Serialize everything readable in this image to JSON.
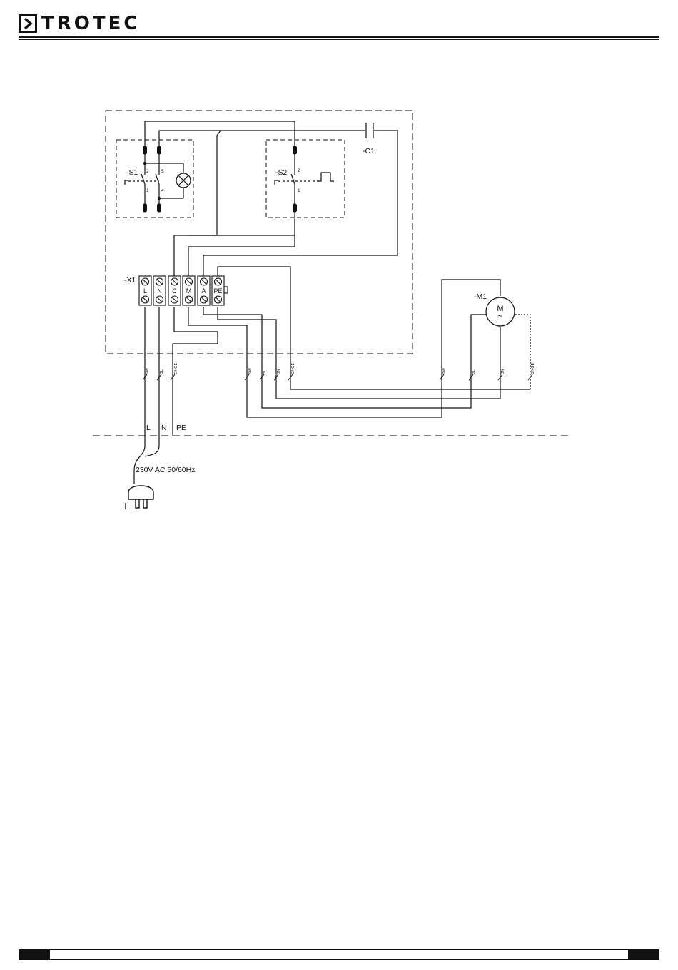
{
  "header": {
    "brand": "TROTEC"
  },
  "diagram": {
    "labels": {
      "c1": "-C1",
      "s1": "-S1",
      "s2": "-S2",
      "x1": "-X1",
      "m1": "-M1",
      "motor_symbol": "M",
      "motor_ac": "~",
      "power": "230V AC 50/60Hz"
    },
    "s1_pins": [
      "2",
      "5",
      "1",
      "4"
    ],
    "s2_pins": [
      "2",
      "1"
    ],
    "terminals": [
      "L",
      "N",
      "C",
      "M",
      "A",
      "PE"
    ],
    "wire_colors_left": [
      "SW",
      "BL",
      "GNGE"
    ],
    "wire_colors_mid": [
      "SW",
      "BL",
      "BN",
      "GNGE"
    ],
    "wire_colors_motor": [
      "SW",
      "BL",
      "BN",
      "GNGE"
    ],
    "supply": [
      "L",
      "N",
      "PE"
    ]
  }
}
